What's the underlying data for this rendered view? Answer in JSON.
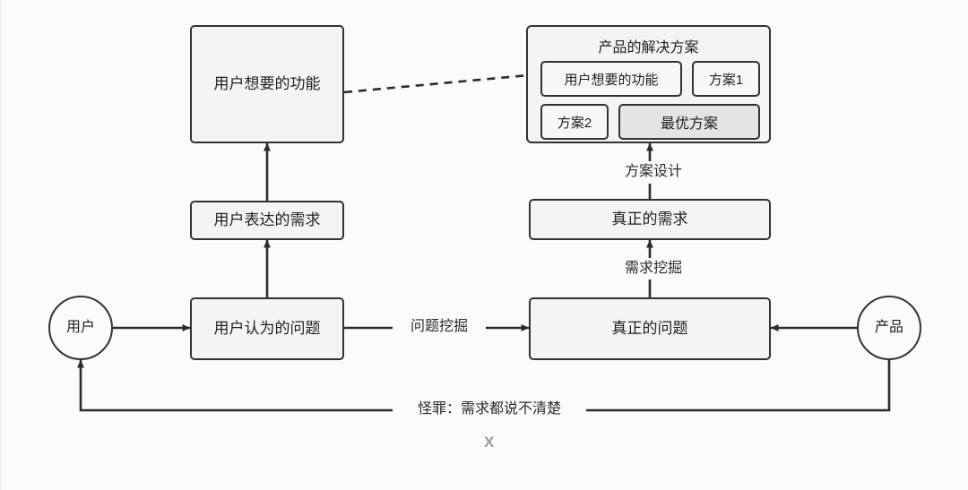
{
  "diagram": {
    "title_mark": "X",
    "background_color": "#fbfbfc",
    "stroke_color": "#333333",
    "node_fill": "#f4f4f4",
    "highlight_fill": "#e4e4e4",
    "nodes": {
      "user_circle": "用户",
      "product_circle": "产品",
      "user_wanted_feature": "用户想要的功能",
      "user_expressed_demand": "用户表达的需求",
      "user_perceived_problem": "用户认为的问题",
      "real_problem": "真正的问题",
      "real_demand": "真正的需求"
    },
    "solution_group": {
      "title": "产品的解决方案",
      "items": [
        {
          "label": "用户想要的功能",
          "highlight": false
        },
        {
          "label": "方案1",
          "highlight": false
        },
        {
          "label": "方案2",
          "highlight": false
        },
        {
          "label": "最优方案",
          "highlight": true
        }
      ]
    },
    "edge_labels": {
      "problem_digging": "问题挖掘",
      "demand_digging": "需求挖掘",
      "solution_design": "方案设计",
      "blame": "怪罪：需求都说不清楚"
    }
  }
}
